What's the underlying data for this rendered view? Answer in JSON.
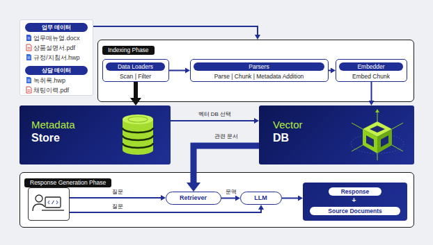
{
  "diagram": {
    "nodes": [
      {
        "text": [
          "업무매뉴얼.docx",
          "상품설명서.pdf",
          "규정/지침서.hwp",
          "녹취록.hwp",
          "채팅이력.pdf"
        ]
      },
      {
        "text": [
          "업무 데이터"
        ],
        "in": 0
      },
      {
        "text": [
          "상담 데이터"
        ],
        "in": 0
      },
      {
        "text": [
          "Indexing Phase"
        ]
      },
      {
        "text": [
          "Data Loaders",
          "Scan | Filter"
        ],
        "in": 3
      },
      {
        "text": [
          "Parsers",
          "Parse | Chunk | Metadata Addition"
        ],
        "in": 3
      },
      {
        "text": [
          "Embedder",
          "Embed Chunk"
        ],
        "in": 3
      },
      {
        "text": [
          "Metadata",
          "Store"
        ]
      },
      {
        "text": [
          "Vector",
          "DB"
        ]
      },
      {
        "text": [
          "Response Generation Phase"
        ]
      },
      {
        "text": [],
        "in": 9
      },
      {
        "text": [
          "Retriever"
        ],
        "in": 9
      },
      {
        "text": [
          "LLM"
        ],
        "in": 9
      },
      {
        "text": [
          "Response",
          "+",
          "Source Documents"
        ],
        "in": 9
      }
    ],
    "edges": [
      {
        "from": 0,
        "to": 3,
        "arrow": "to"
      },
      {
        "from": 4,
        "to": 5,
        "arrow": "to"
      },
      {
        "from": 5,
        "to": 6,
        "arrow": "to"
      },
      {
        "from": 4,
        "to": 7,
        "arrow": "to"
      },
      {
        "from": 6,
        "to": 8,
        "arrow": "to"
      },
      {
        "from": 7,
        "to": 8,
        "label": "벡터 DB 선택",
        "arrow": "to"
      },
      {
        "from": 8,
        "to": 11,
        "label": "관련 문서",
        "arrow": "to"
      },
      {
        "from": 10,
        "to": 11,
        "label": "질문",
        "arrow": "to"
      },
      {
        "from": 10,
        "to": 12,
        "label": "질문",
        "arrow": "to"
      },
      {
        "from": 11,
        "to": 12,
        "label": "문맥",
        "arrow": "to"
      },
      {
        "from": 12,
        "to": 13,
        "arrow": "to"
      }
    ]
  }
}
